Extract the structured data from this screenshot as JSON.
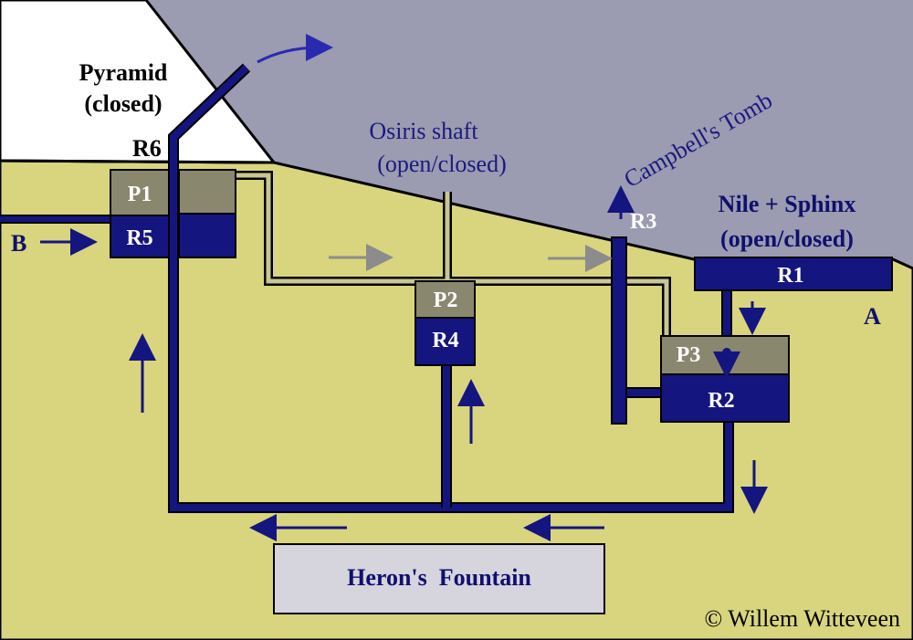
{
  "colors": {
    "ground": "#d8d57e",
    "sky": "#9b9bb1",
    "pyramid": "#ffffff",
    "water": "#151580",
    "air": "#8a876f",
    "tube": "#c9c693",
    "fountain": "#d6d4dc",
    "gray_arrow": "#8c8c8c"
  },
  "labels": {
    "pyramid_line1": "Pyramid",
    "pyramid_line2": "(closed)",
    "r6": "R6",
    "osiris_line1": "Osiris shaft",
    "osiris_line2": "(open/closed)",
    "campbell": "Campbell's Tomb",
    "nile_line1": "Nile + Sphinx",
    "nile_line2": "(open/closed)",
    "r3": "R3",
    "r1": "R1",
    "a": "A",
    "b": "B",
    "p1": "P1",
    "r5": "R5",
    "p2": "P2",
    "r4": "R4",
    "p3": "P3",
    "r2": "R2",
    "heron": "Heron's  Fountain",
    "copyright": "© Willem Witteveen"
  }
}
